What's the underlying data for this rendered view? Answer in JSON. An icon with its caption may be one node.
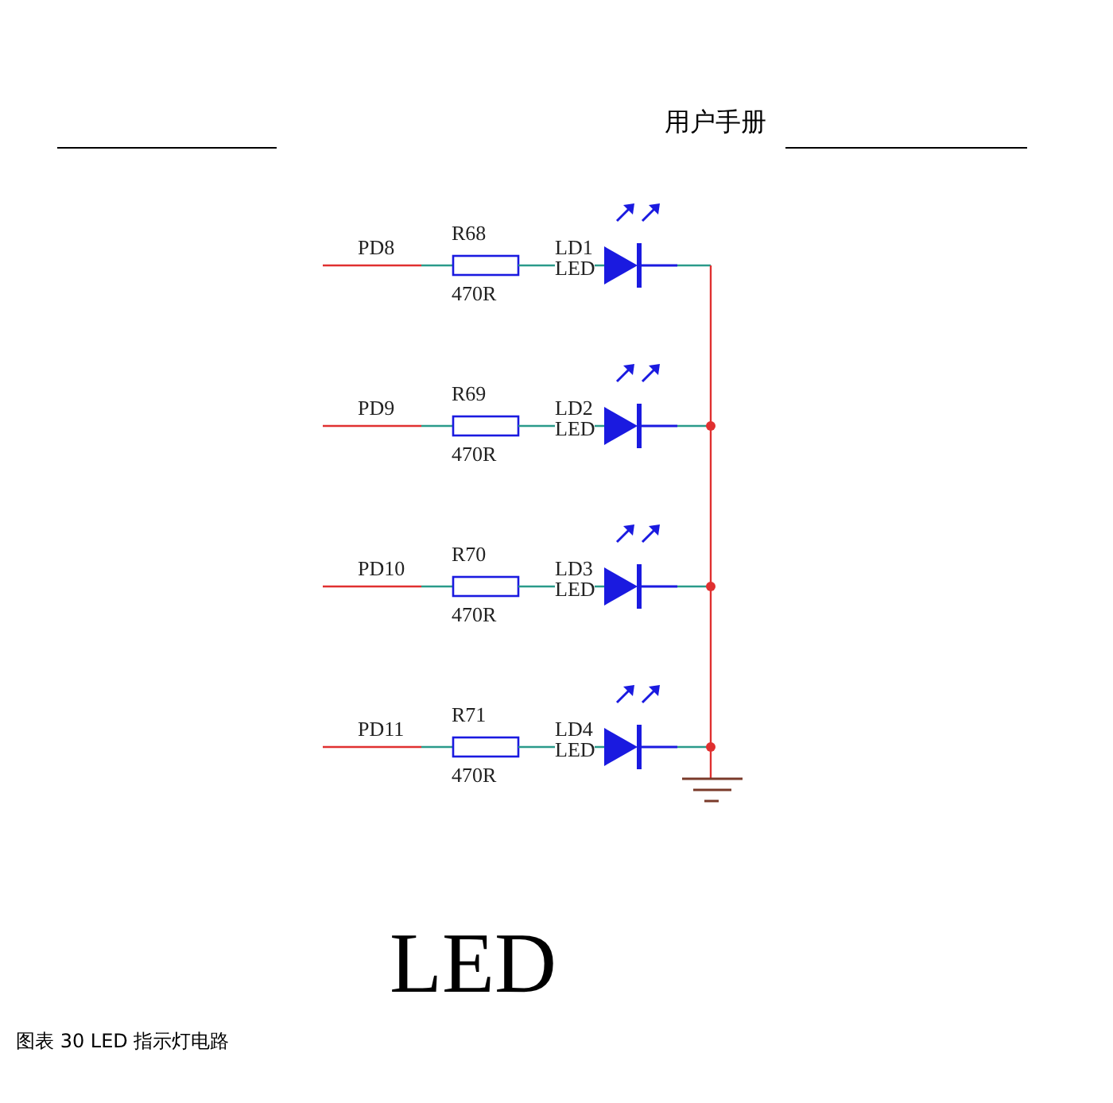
{
  "diagram": {
    "caption": "图表 30 LED 指示灯电路",
    "labels": [
      "用户手册",
      "PD8",
      "R68",
      "LD1",
      "LED",
      "470R",
      "PD9",
      "R69",
      "LD2",
      "LED",
      "470R",
      "PD10",
      "R70",
      "LD3",
      "LED",
      "470R",
      "PD11",
      "R71",
      "LD4",
      "LED",
      "470R",
      "LED"
    ]
  }
}
